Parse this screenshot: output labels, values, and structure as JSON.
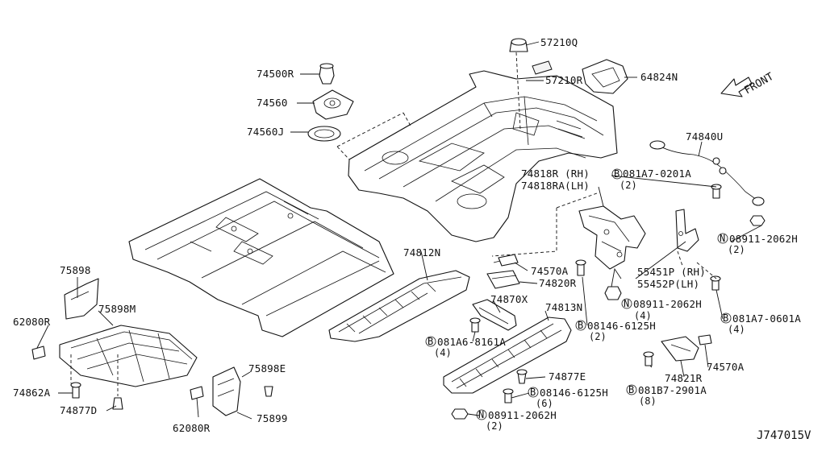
{
  "reference_code": "J747015V",
  "front_indicator": "FRONT",
  "parts": {
    "p57210Q": "57210Q",
    "p57210R": "57210R",
    "p64824N": "64824N",
    "p74500R": "74500R",
    "p74560": "74560",
    "p74560J": "74560J",
    "p74840U": "74840U",
    "p74818R": "74818R (RH)",
    "p74818RA": "74818RA(LH)",
    "pB081A7_0201A": "081A7-0201A",
    "pB081A7_0201A_qty": "(2)",
    "p55451P": "55451P (RH)",
    "p55452P": "55452P(LH)",
    "pN08911_2062H_a": "08911-2062H",
    "pN08911_2062H_a_qty": "(2)",
    "pN08911_2062H_b": "08911-2062H",
    "pN08911_2062H_b_qty": "(4)",
    "pB081A7_0601A": "081A7-0601A",
    "pB081A7_0601A_qty": "(4)",
    "p74570A_a": "74570A",
    "p74820R": "74820R",
    "p74812N": "74812N",
    "p74870X": "74870X",
    "p74813N": "74813N",
    "pB08146_6125H_a": "08146-6125H",
    "pB08146_6125H_a_qty": "(2)",
    "pB081A6_8161A": "081A6-8161A",
    "pB081A6_8161A_qty": "(4)",
    "p74877E": "74877E",
    "pB08146_6125H_b": "08146-6125H",
    "pB08146_6125H_b_qty": "(6)",
    "pN08911_2062H_c": "08911-2062H",
    "pN08911_2062H_c_qty": "(2)",
    "p74821R": "74821R",
    "p74570A_b": "74570A",
    "pB081B7_2901A": "081B7-2901A",
    "pB081B7_2901A_qty": "(8)",
    "p75898": "75898",
    "p75898M": "75898M",
    "p62080R_a": "62080R",
    "p62080R_b": "62080R",
    "p74862A": "74862A",
    "p74877D": "74877D",
    "p75898E": "75898E",
    "p75899": "75899"
  },
  "symbols": {
    "bolt_marker": "B",
    "nut_marker": "N"
  }
}
